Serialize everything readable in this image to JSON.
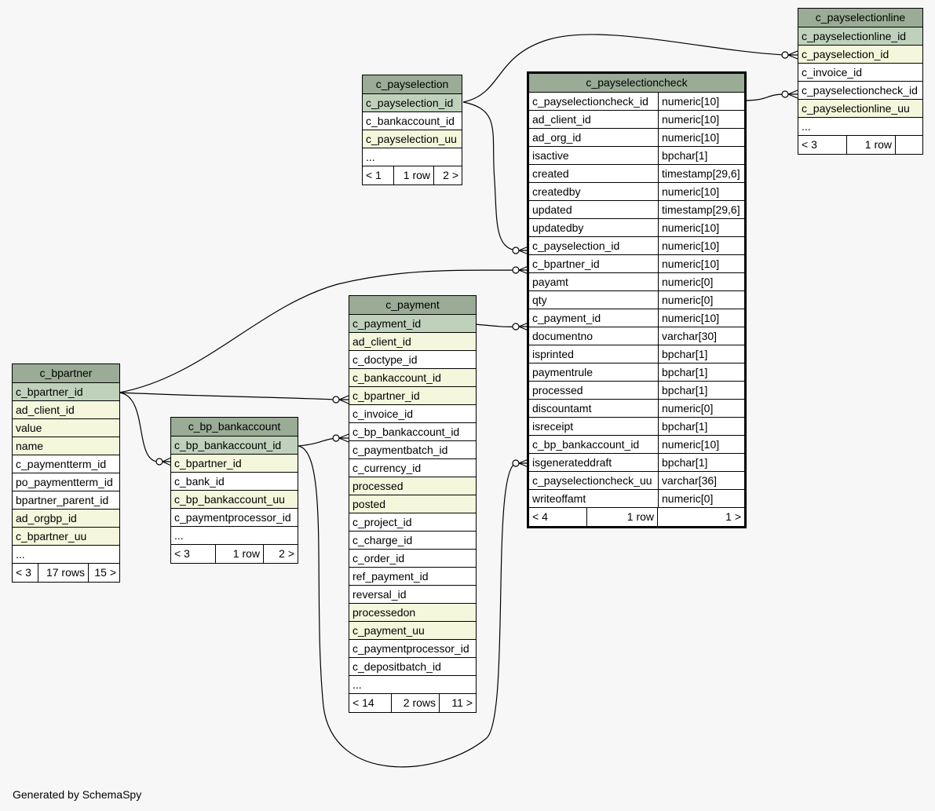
{
  "footer_text": "Generated by SchemaSpy",
  "tables": {
    "c_payselection": {
      "title": "c_payselection",
      "columns": [
        {
          "name": "c_payselection_id",
          "kind": "pk"
        },
        {
          "name": "c_bankaccount_id",
          "kind": "plain"
        },
        {
          "name": "c_payselection_uu",
          "kind": "idx"
        },
        {
          "name": "...",
          "kind": "more"
        }
      ],
      "footer": [
        "< 1",
        "1 row",
        "2 >"
      ]
    },
    "c_payselectionline": {
      "title": "c_payselectionline",
      "columns": [
        {
          "name": "c_payselectionline_id",
          "kind": "pk"
        },
        {
          "name": "c_payselection_id",
          "kind": "idx"
        },
        {
          "name": "c_invoice_id",
          "kind": "plain"
        },
        {
          "name": "c_payselectioncheck_id",
          "kind": "plain"
        },
        {
          "name": "c_payselectionline_uu",
          "kind": "idx"
        },
        {
          "name": "...",
          "kind": "more"
        }
      ],
      "footer": [
        "< 3",
        "1 row",
        ""
      ]
    },
    "c_payselectioncheck": {
      "title": "c_payselectioncheck",
      "columns": [
        {
          "name": "c_payselectioncheck_id",
          "type": "numeric[10]",
          "kind": "pk"
        },
        {
          "name": "ad_client_id",
          "type": "numeric[10]",
          "kind": "plain"
        },
        {
          "name": "ad_org_id",
          "type": "numeric[10]",
          "kind": "plain"
        },
        {
          "name": "isactive",
          "type": "bpchar[1]",
          "kind": "plain"
        },
        {
          "name": "created",
          "type": "timestamp[29,6]",
          "kind": "plain"
        },
        {
          "name": "createdby",
          "type": "numeric[10]",
          "kind": "plain"
        },
        {
          "name": "updated",
          "type": "timestamp[29,6]",
          "kind": "plain"
        },
        {
          "name": "updatedby",
          "type": "numeric[10]",
          "kind": "plain"
        },
        {
          "name": "c_payselection_id",
          "type": "numeric[10]",
          "kind": "plain"
        },
        {
          "name": "c_bpartner_id",
          "type": "numeric[10]",
          "kind": "plain"
        },
        {
          "name": "payamt",
          "type": "numeric[0]",
          "kind": "plain"
        },
        {
          "name": "qty",
          "type": "numeric[0]",
          "kind": "plain"
        },
        {
          "name": "c_payment_id",
          "type": "numeric[10]",
          "kind": "plain"
        },
        {
          "name": "documentno",
          "type": "varchar[30]",
          "kind": "plain"
        },
        {
          "name": "isprinted",
          "type": "bpchar[1]",
          "kind": "plain"
        },
        {
          "name": "paymentrule",
          "type": "bpchar[1]",
          "kind": "plain"
        },
        {
          "name": "processed",
          "type": "bpchar[1]",
          "kind": "plain"
        },
        {
          "name": "discountamt",
          "type": "numeric[0]",
          "kind": "plain"
        },
        {
          "name": "isreceipt",
          "type": "bpchar[1]",
          "kind": "plain"
        },
        {
          "name": "c_bp_bankaccount_id",
          "type": "numeric[10]",
          "kind": "plain"
        },
        {
          "name": "isgenerateddraft",
          "type": "bpchar[1]",
          "kind": "plain"
        },
        {
          "name": "c_payselectioncheck_uu",
          "type": "varchar[36]",
          "kind": "idx"
        },
        {
          "name": "writeoffamt",
          "type": "numeric[0]",
          "kind": "plain"
        }
      ],
      "footer": [
        "< 4",
        "1 row",
        "1 >"
      ]
    },
    "c_payment": {
      "title": "c_payment",
      "columns": [
        {
          "name": "c_payment_id",
          "kind": "pk"
        },
        {
          "name": "ad_client_id",
          "kind": "idx"
        },
        {
          "name": "c_doctype_id",
          "kind": "plain"
        },
        {
          "name": "c_bankaccount_id",
          "kind": "idx"
        },
        {
          "name": "c_bpartner_id",
          "kind": "idx"
        },
        {
          "name": "c_invoice_id",
          "kind": "plain"
        },
        {
          "name": "c_bp_bankaccount_id",
          "kind": "plain"
        },
        {
          "name": "c_paymentbatch_id",
          "kind": "plain"
        },
        {
          "name": "c_currency_id",
          "kind": "plain"
        },
        {
          "name": "processed",
          "kind": "idx"
        },
        {
          "name": "posted",
          "kind": "idx"
        },
        {
          "name": "c_project_id",
          "kind": "plain"
        },
        {
          "name": "c_charge_id",
          "kind": "plain"
        },
        {
          "name": "c_order_id",
          "kind": "plain"
        },
        {
          "name": "ref_payment_id",
          "kind": "plain"
        },
        {
          "name": "reversal_id",
          "kind": "plain"
        },
        {
          "name": "processedon",
          "kind": "idx"
        },
        {
          "name": "c_payment_uu",
          "kind": "idx"
        },
        {
          "name": "c_paymentprocessor_id",
          "kind": "plain"
        },
        {
          "name": "c_depositbatch_id",
          "kind": "plain"
        },
        {
          "name": "...",
          "kind": "more"
        }
      ],
      "footer": [
        "< 14",
        "2 rows",
        "11 >"
      ]
    },
    "c_bpartner": {
      "title": "c_bpartner",
      "columns": [
        {
          "name": "c_bpartner_id",
          "kind": "pk"
        },
        {
          "name": "ad_client_id",
          "kind": "idx"
        },
        {
          "name": "value",
          "kind": "idx"
        },
        {
          "name": "name",
          "kind": "idx"
        },
        {
          "name": "c_paymentterm_id",
          "kind": "plain"
        },
        {
          "name": "po_paymentterm_id",
          "kind": "plain"
        },
        {
          "name": "bpartner_parent_id",
          "kind": "plain"
        },
        {
          "name": "ad_orgbp_id",
          "kind": "idx"
        },
        {
          "name": "c_bpartner_uu",
          "kind": "idx"
        },
        {
          "name": "...",
          "kind": "more"
        }
      ],
      "footer": [
        "< 3",
        "17 rows",
        "15 >"
      ]
    },
    "c_bp_bankaccount": {
      "title": "c_bp_bankaccount",
      "columns": [
        {
          "name": "c_bp_bankaccount_id",
          "kind": "pk"
        },
        {
          "name": "c_bpartner_id",
          "kind": "idx"
        },
        {
          "name": "c_bank_id",
          "kind": "plain"
        },
        {
          "name": "c_bp_bankaccount_uu",
          "kind": "idx"
        },
        {
          "name": "c_paymentprocessor_id",
          "kind": "plain"
        },
        {
          "name": "...",
          "kind": "more"
        }
      ],
      "footer": [
        "< 3",
        "1 row",
        "2 >"
      ]
    }
  }
}
